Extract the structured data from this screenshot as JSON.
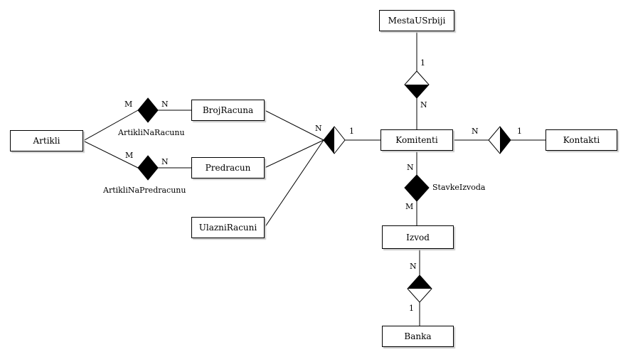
{
  "entities": {
    "mesta_u_srbiji": "MestaUSrbiji",
    "artikli": "Artikli",
    "broj_racuna": "BrojRacuna",
    "predracun": "Predracun",
    "ulazni_racuni": "UlazniRacuni",
    "komitenti": "Komitenti",
    "kontakti": "Kontakti",
    "izvod": "Izvod",
    "banka": "Banka"
  },
  "relationships": {
    "artikli_na_racunu": "ArtikliNaRacunu",
    "artikli_na_predracunu": "ArtikliNaPredracunu",
    "stavke_izvoda": "StavkeIzvoda"
  },
  "cardinalities": {
    "mesta_side": "1",
    "mesta_komitenti_side": "N",
    "racun_artikli_side": "M",
    "racun_broj_side": "N",
    "predracun_artikli_side": "M",
    "predracun_side": "N",
    "documents_side": "N",
    "documents_komitenti_side": "1",
    "kontakti_komitenti_side": "N",
    "kontakti_side": "1",
    "stavke_komitenti_side": "N",
    "stavke_izvod_side": "M",
    "banka_izvod_side": "N",
    "banka_side": "1"
  }
}
